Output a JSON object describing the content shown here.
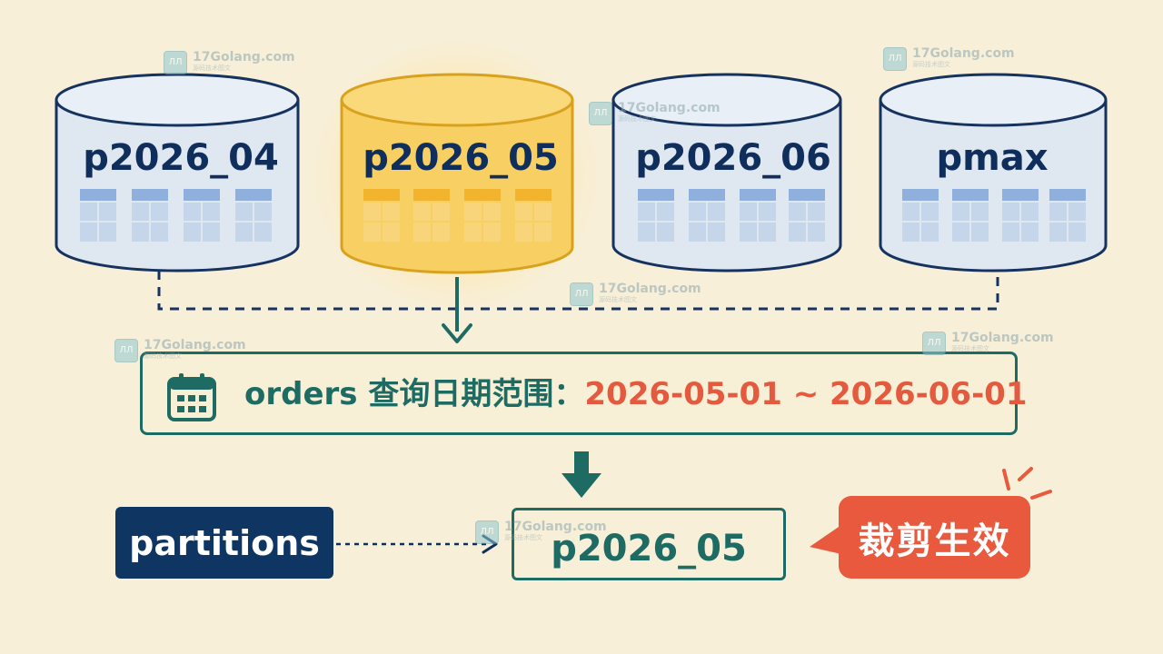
{
  "partitions": [
    {
      "name": "p2026_04",
      "highlighted": false
    },
    {
      "name": "p2026_05",
      "highlighted": true
    },
    {
      "name": "p2026_06",
      "highlighted": false
    },
    {
      "name": "pmax",
      "highlighted": false
    }
  ],
  "query": {
    "label": "orders 查询日期范围：",
    "range": "2026-05-01 ~ 2026-06-01"
  },
  "result": {
    "partitions_label": "partitions",
    "selected_partition": "p2026_05",
    "effect_label": "裁剪生效"
  },
  "watermark": {
    "site": "17Golang.com",
    "subtitle": "源码技术图文"
  },
  "colors": {
    "background": "#f8efd8",
    "navy": "#0f2e5c",
    "teal": "#1d6b63",
    "highlight": "#f2c24a",
    "accent_red": "#e8593d"
  }
}
